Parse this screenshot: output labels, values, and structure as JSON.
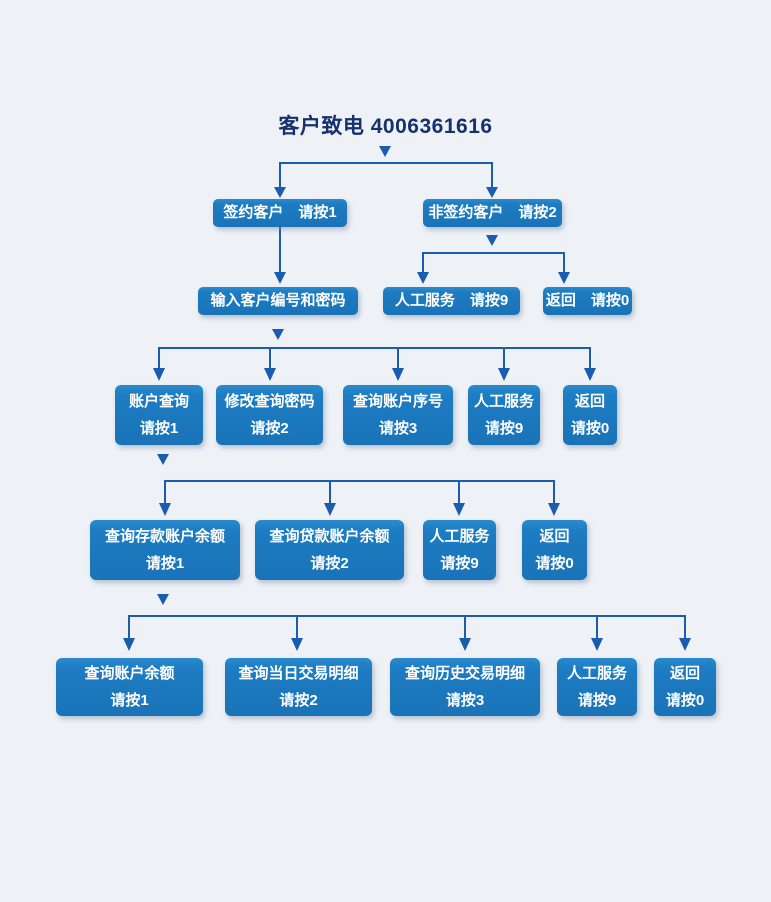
{
  "title": "客户致电 4006361616",
  "colors": {
    "background": "#eef1f6",
    "node_fill": "#1d7cc2",
    "node_text": "#ffffff",
    "connector": "#1a5cb0",
    "title_text": "#15316e"
  },
  "levels": {
    "level1": [
      {
        "id": "signed-customer",
        "lines": [
          "签约客户　请按1"
        ]
      },
      {
        "id": "unsigned-customer",
        "lines": [
          "非签约客户　请按2"
        ]
      }
    ],
    "level2": [
      {
        "id": "enter-id-password",
        "lines": [
          "输入客户编号和密码"
        ]
      },
      {
        "id": "agent-service",
        "lines": [
          "人工服务　请按9"
        ]
      },
      {
        "id": "return",
        "lines": [
          "返回　请按0"
        ]
      }
    ],
    "level3": [
      {
        "id": "account-inquiry",
        "lines": [
          "账户查询",
          "请按1"
        ]
      },
      {
        "id": "change-password",
        "lines": [
          "修改查询密码",
          "请按2"
        ]
      },
      {
        "id": "account-serial",
        "lines": [
          "查询账户序号",
          "请按3"
        ]
      },
      {
        "id": "agent-service",
        "lines": [
          "人工服务",
          "请按9"
        ]
      },
      {
        "id": "return",
        "lines": [
          "返回",
          "请按0"
        ]
      }
    ],
    "level4": [
      {
        "id": "deposit-balance",
        "lines": [
          "查询存款账户余额",
          "请按1"
        ]
      },
      {
        "id": "loan-balance",
        "lines": [
          "查询贷款账户余额",
          "请按2"
        ]
      },
      {
        "id": "agent-service",
        "lines": [
          "人工服务",
          "请按9"
        ]
      },
      {
        "id": "return",
        "lines": [
          "返回",
          "请按0"
        ]
      }
    ],
    "level5": [
      {
        "id": "account-balance",
        "lines": [
          "查询账户余额",
          "请按1"
        ]
      },
      {
        "id": "today-transactions",
        "lines": [
          "查询当日交易明细",
          "请按2"
        ]
      },
      {
        "id": "history-transactions",
        "lines": [
          "查询历史交易明细",
          "请按3"
        ]
      },
      {
        "id": "agent-service",
        "lines": [
          "人工服务",
          "请按9"
        ]
      },
      {
        "id": "return",
        "lines": [
          "返回",
          "请按0"
        ]
      }
    ]
  }
}
